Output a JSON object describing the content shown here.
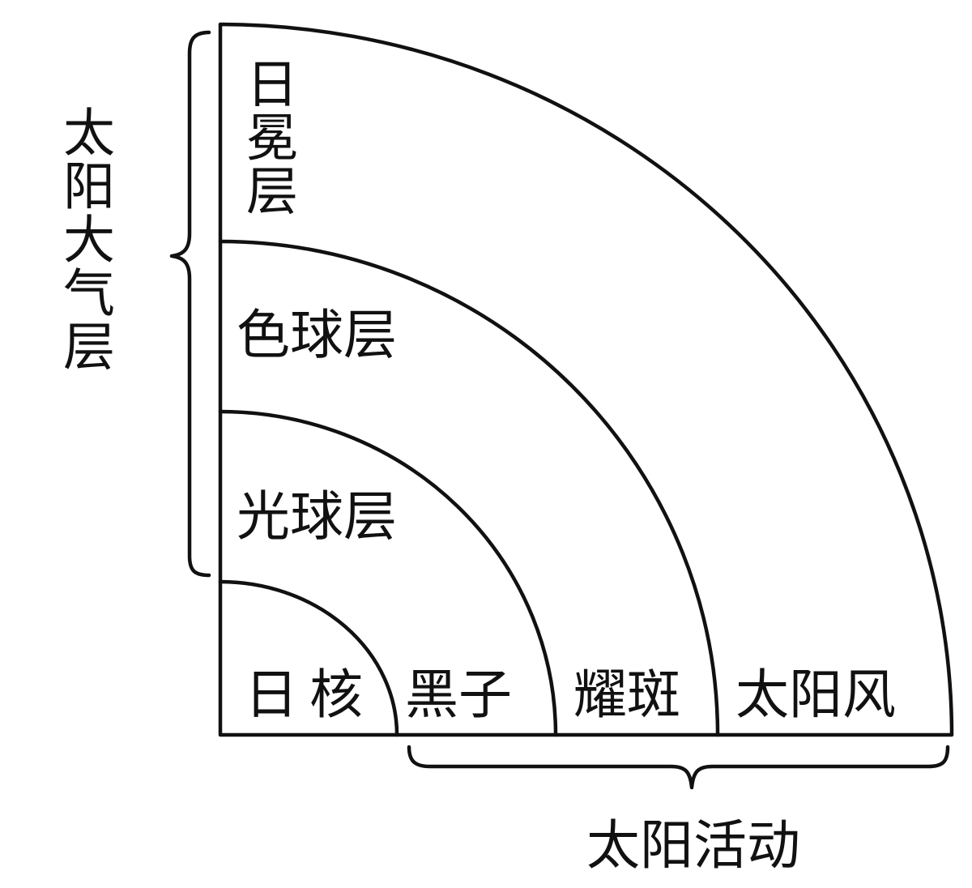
{
  "layers": {
    "corona": "日冕层",
    "chromosphere": "色球层",
    "photosphere": "光球层",
    "core": "日核"
  },
  "activities": {
    "sunspot": "黑子",
    "flare": "耀斑",
    "solar_wind": "太阳风"
  },
  "braces": {
    "atmosphere": "太阳大气层",
    "activity": "太阳活动"
  },
  "colors": {
    "line": "#111111",
    "background": "#ffffff"
  }
}
